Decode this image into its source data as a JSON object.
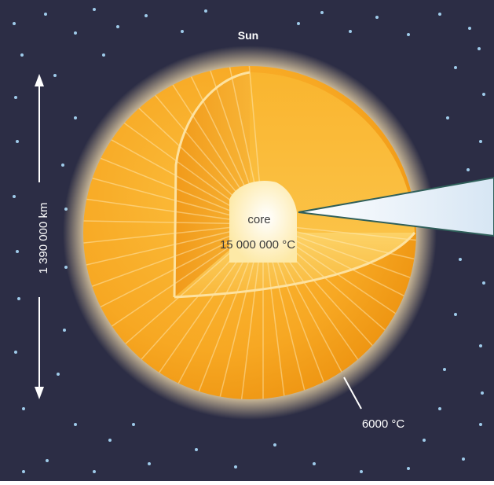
{
  "diagram": {
    "title": "Sun",
    "diameter_label": "1 390 000 km",
    "core_label": "core",
    "core_temperature": "15 000 000 °C",
    "surface_temperature": "6000 °C"
  },
  "colors": {
    "space": "#2c2d45",
    "star_dots": "#9fcbea",
    "sun_body": "#f7a823",
    "glow": "#fbe3b0",
    "core": "#fff3c6",
    "beam": "#dce9f5"
  }
}
